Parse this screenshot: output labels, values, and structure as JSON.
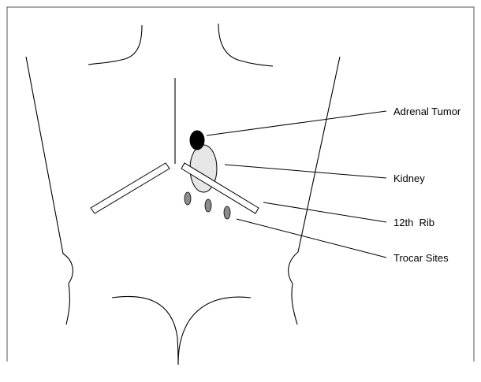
{
  "diagram": {
    "labels": {
      "adrenal_tumor": "Adrenal Tumor",
      "kidney": "Kidney",
      "rib_12": "12th  Rib",
      "trocar_sites": "Trocar Sites"
    }
  }
}
